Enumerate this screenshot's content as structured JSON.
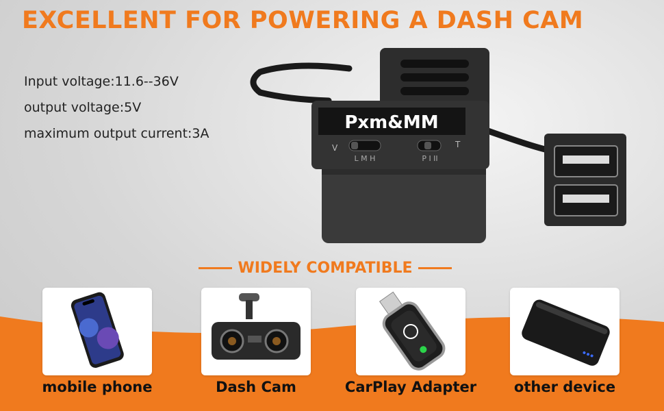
{
  "headline": "EXCELLENT FOR POWERING A DASH CAM",
  "specs": [
    "Input voltage:11.6--36V",
    "output voltage:5V",
    "maximum output current:3A"
  ],
  "device": {
    "brand_label": "Pxm&MM",
    "switch_left_letter": "V",
    "switch_left_marks": "L M H",
    "switch_right_marks": "P I II",
    "switch_right_letter": "T"
  },
  "compat_title": "WIDELY COMPATIBLE",
  "items": [
    {
      "label": "mobile phone",
      "icon": "smartphone-icon"
    },
    {
      "label": "Dash Cam",
      "icon": "dash-cam-icon"
    },
    {
      "label": "CarPlay Adapter",
      "icon": "carplay-adapter-icon"
    },
    {
      "label": "other device",
      "icon": "power-bank-icon"
    }
  ],
  "colors": {
    "accent": "#f07a1e",
    "text": "#222222",
    "background": "#d6d6d6"
  }
}
